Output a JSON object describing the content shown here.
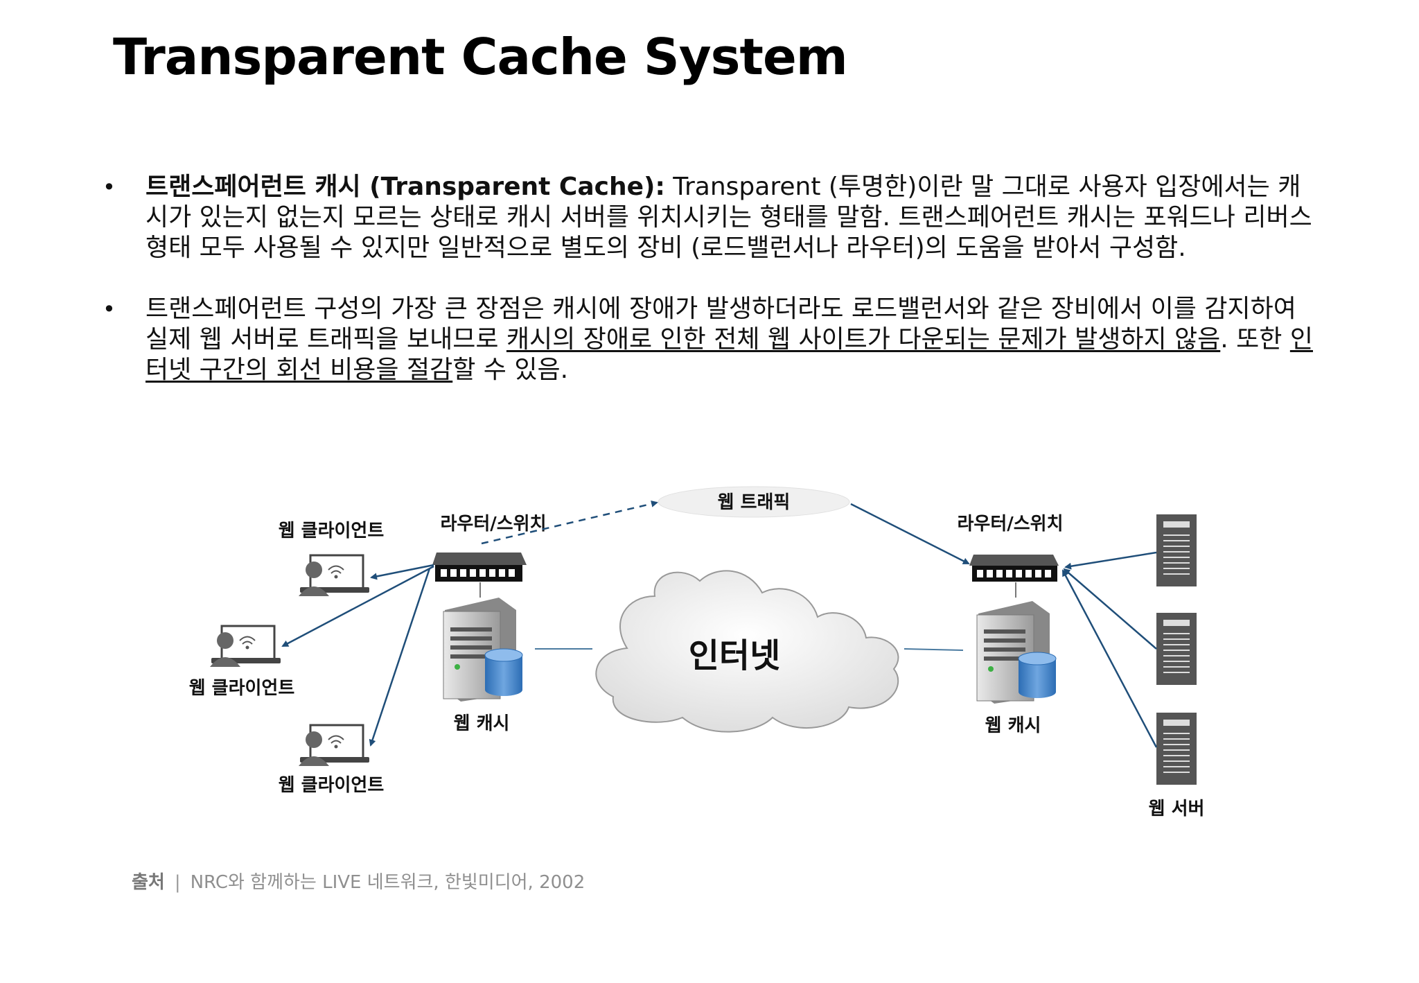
{
  "title": "Transparent Cache System",
  "bullets": [
    {
      "term": "트랜스페어런트 캐시 (Transparent Cache):",
      "text": " Transparent (투명한)이란 말 그대로 사용자 입장에서는 캐시가 있는지 없는지 모르는 상태로 캐시 서버를 위치시키는 형태를 말함. 트랜스페어런트 캐시는 포워드나 리버스 형태 모두 사용될 수 있지만 일반적으로 별도의 장비 (로드밸런서나 라우터)의 도움을 받아서 구성함."
    },
    {
      "text_a": "트랜스페어런트 구성의 가장 큰 장점은 캐시에 장애가 발생하더라도 로드밸런서와 같은 장비에서 이를 감지하여 실제 웹 서버로 트래픽을 보내므로 ",
      "underline_a": "캐시의 장애로 인한 전체 웹 사이트가 다운되는 문제가 발생하지 않음",
      "text_b": ". 또한 ",
      "underline_b": "인터넷 구간의 회선 비용을 절감",
      "text_c": "할 수 있음."
    }
  ],
  "diagram": {
    "web_traffic": "웹 트래픽",
    "router_left": "라우터/스위치",
    "router_right": "라우터/스위치",
    "internet": "인터넷",
    "cache_left": "웹 캐시",
    "cache_right": "웹 캐시",
    "client_1": "웹 클라이언트",
    "client_2": "웹 클라이언트",
    "client_3": "웹 클라이언트",
    "web_server": "웹 서버",
    "colors": {
      "arrow": "#1f4e79",
      "line": "#4a7aa0",
      "device": "#333333",
      "cylinder": "#3d7fc4"
    }
  },
  "source": {
    "label": "출처",
    "separator": "|",
    "text": "NRC와 함께하는 LIVE 네트워크, 한빛미디어, 2002"
  }
}
